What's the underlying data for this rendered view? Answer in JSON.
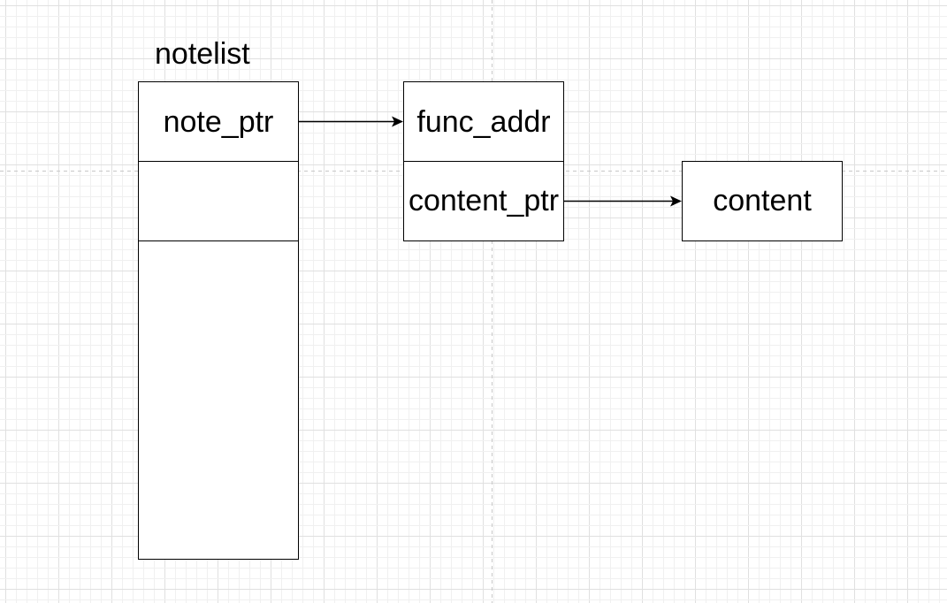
{
  "notelist": {
    "title": "notelist",
    "slots": [
      "note_ptr",
      "",
      ""
    ]
  },
  "note_struct": {
    "fields": [
      "func_addr",
      "content_ptr"
    ]
  },
  "content": {
    "label": "content"
  },
  "colors": {
    "grid_minor": "#f0f0f0",
    "grid_major": "#e0e0e0",
    "page_break": "#c8c8c8",
    "stroke": "#000000"
  }
}
